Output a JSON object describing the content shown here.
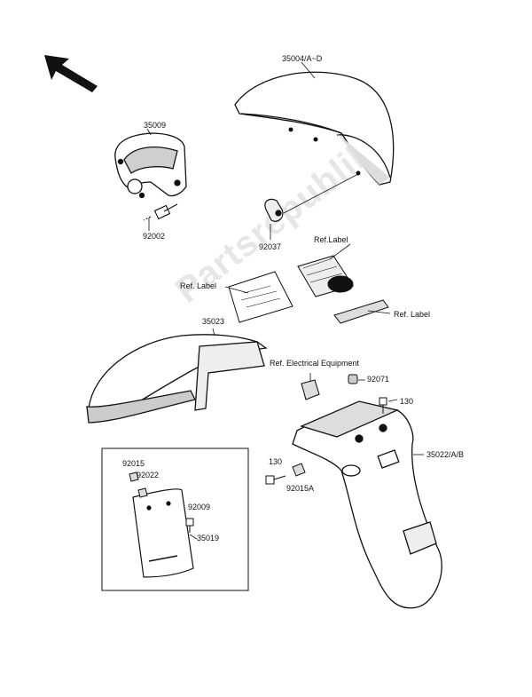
{
  "watermark": "Partsrepublik",
  "labels": {
    "p35004": "35004/A~D",
    "p35009": "35009",
    "p92002": "92002",
    "p92037": "92037",
    "ref_label_top": "Ref.Label",
    "ref_label_left": "Ref. Label",
    "ref_label_right": "Ref. Label",
    "p35023": "35023",
    "ref_electrical": "Ref. Electrical Equipment",
    "p92071": "92071",
    "p130_right": "130",
    "p35022": "35022/A/B",
    "p130_left": "130",
    "p92015A": "92015A",
    "p92015": "92015",
    "p92022": "92022",
    "p92009": "92009",
    "p35019": "35019"
  },
  "colors": {
    "line": "#111111",
    "fill": "#ffffff",
    "shade": "#cfcfcf",
    "dark": "#3a3a3a"
  }
}
